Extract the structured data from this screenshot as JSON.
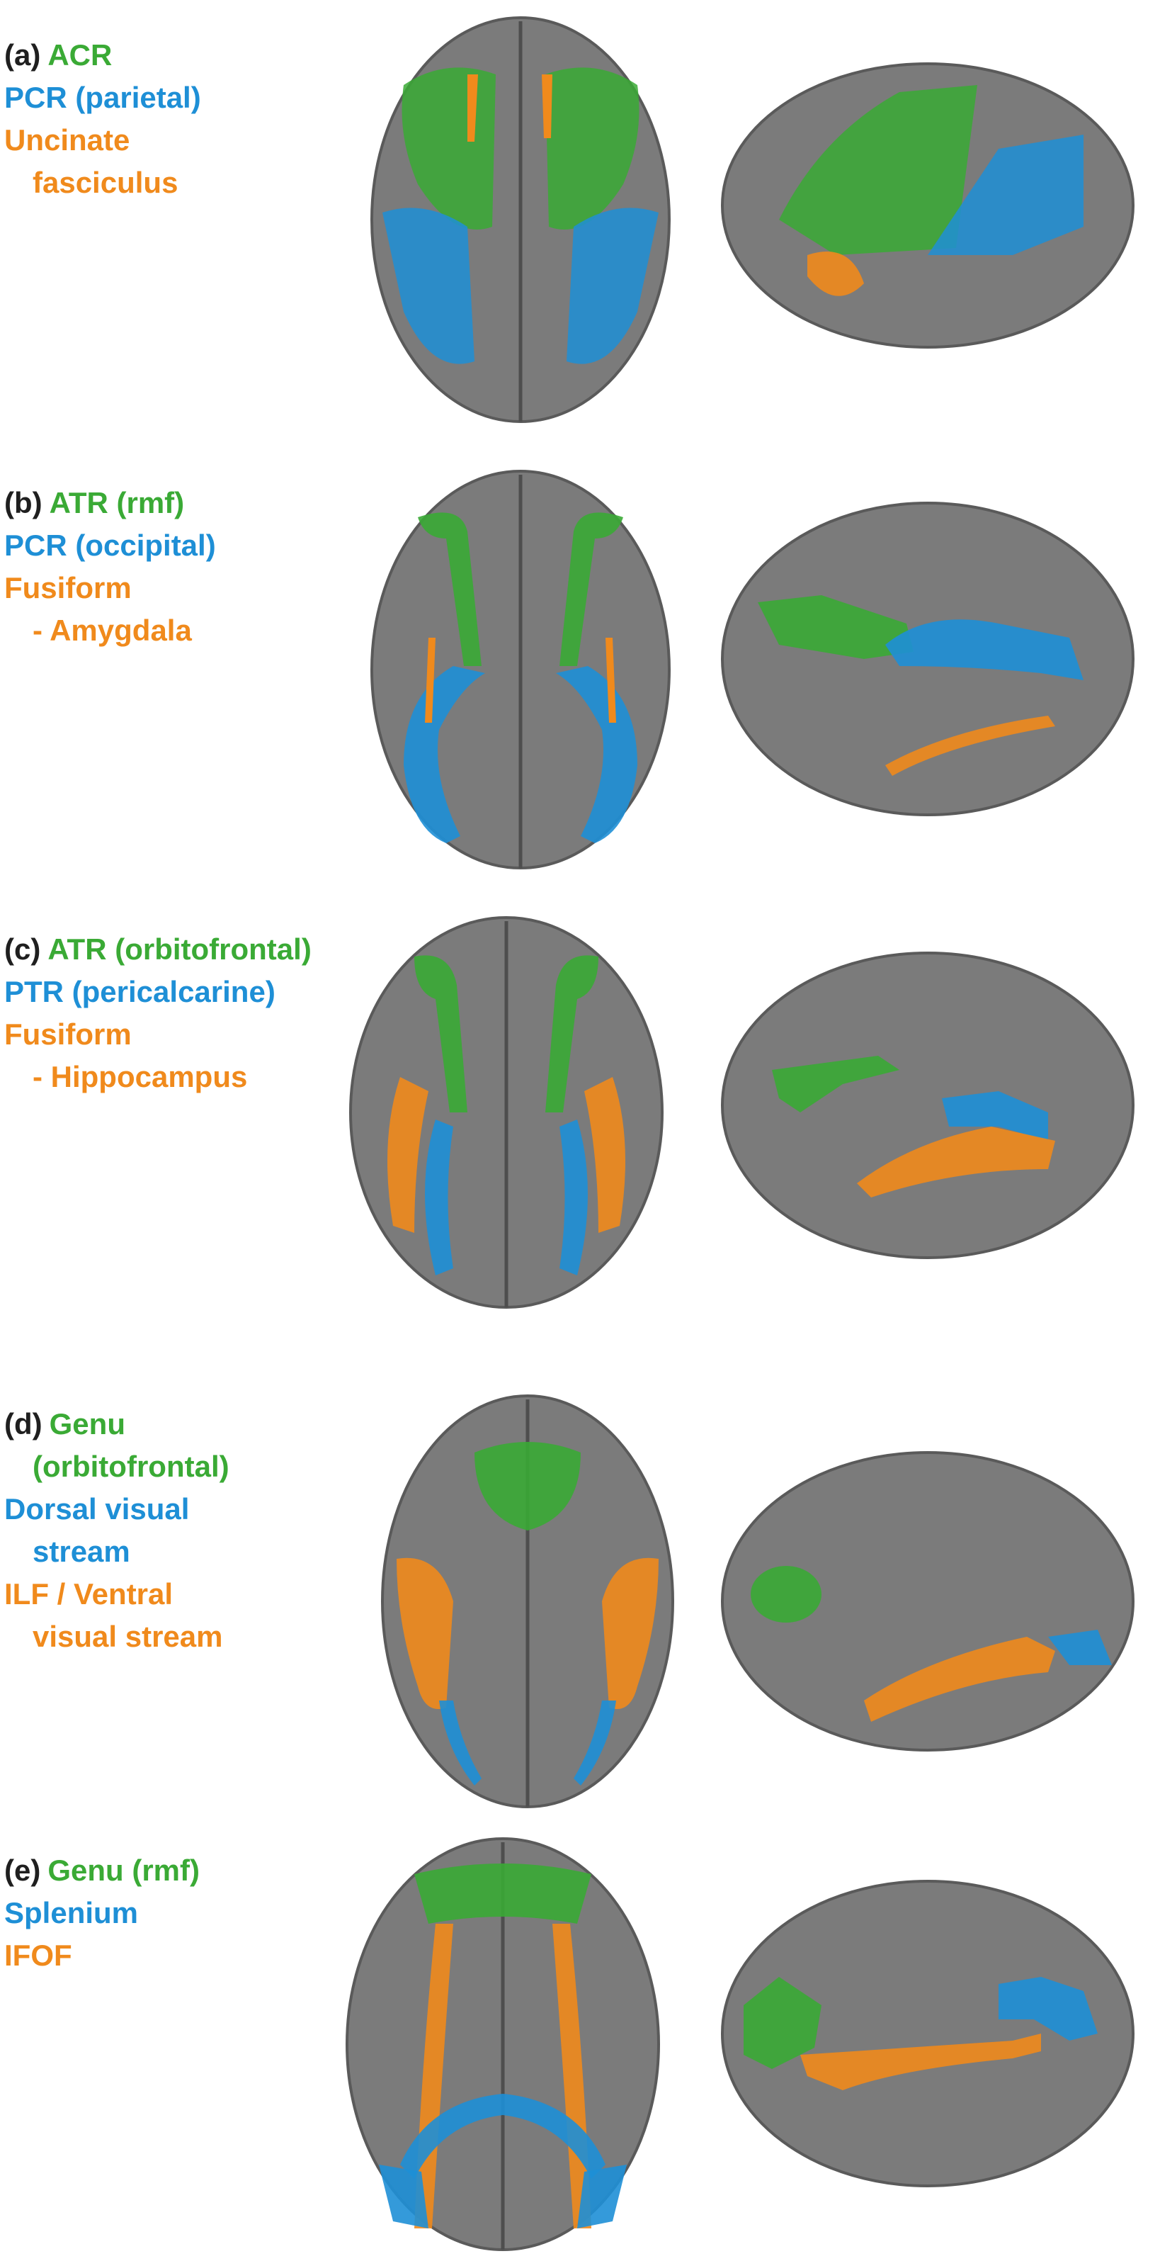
{
  "colors": {
    "green": "#3aaa35",
    "blue": "#1e8fd6",
    "orange": "#f08a1c",
    "brain_gray": "#7b7b7b",
    "label_black": "#1f1f1f"
  },
  "panels": [
    {
      "label": "(a)",
      "lines": [
        {
          "text": "ACR",
          "color": "green",
          "same_line_as_label": true
        },
        {
          "text": "PCR (parietal)",
          "color": "blue"
        },
        {
          "text": "Uncinate",
          "color": "orange"
        },
        {
          "text": "fasciculus",
          "color": "orange",
          "indent": true
        }
      ]
    },
    {
      "label": "(b)",
      "lines": [
        {
          "text": "ATR (rmf)",
          "color": "green",
          "same_line_as_label": true
        },
        {
          "text": "PCR (occipital)",
          "color": "blue"
        },
        {
          "text": "Fusiform",
          "color": "orange"
        },
        {
          "text": "- Amygdala",
          "color": "orange",
          "indent": true
        }
      ]
    },
    {
      "label": "(c)",
      "lines": [
        {
          "text": "ATR (orbitofrontal)",
          "color": "green",
          "same_line_as_label": true
        },
        {
          "text": "PTR (pericalcarine)",
          "color": "blue"
        },
        {
          "text": "Fusiform",
          "color": "orange"
        },
        {
          "text": "- Hippocampus",
          "color": "orange",
          "indent": true
        }
      ]
    },
    {
      "label": "(d)",
      "lines": [
        {
          "text": "Genu",
          "color": "green",
          "same_line_as_label": true
        },
        {
          "text": "(orbitofrontal)",
          "color": "green",
          "indent": true
        },
        {
          "text": "Dorsal visual",
          "color": "blue"
        },
        {
          "text": "stream",
          "color": "blue",
          "indent": true
        },
        {
          "text": "ILF / Ventral",
          "color": "orange"
        },
        {
          "text": "visual stream",
          "color": "orange",
          "indent": true
        }
      ]
    },
    {
      "label": "(e)",
      "lines": [
        {
          "text": "Genu (rmf)",
          "color": "green",
          "same_line_as_label": true
        },
        {
          "text": "Splenium",
          "color": "blue"
        },
        {
          "text": "IFOF",
          "color": "orange"
        }
      ]
    }
  ]
}
